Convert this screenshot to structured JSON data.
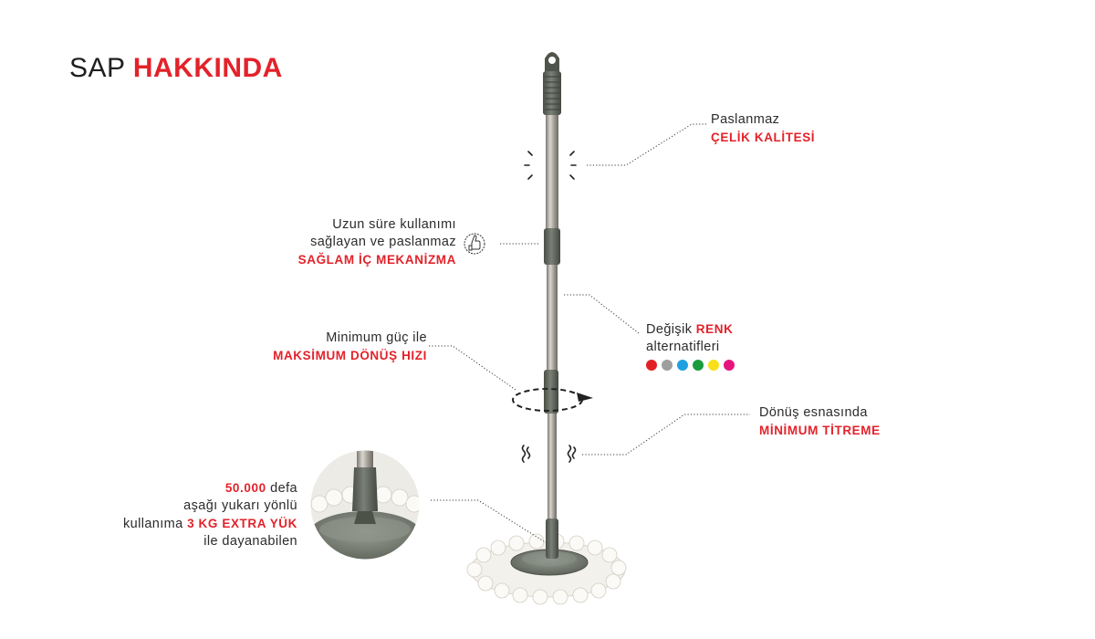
{
  "title": {
    "part1": "SAP",
    "part2": "HAKKINDA"
  },
  "features": {
    "steel": {
      "line1": "Paslanmaz",
      "highlight": "ÇELİK KALİTESİ"
    },
    "mechanism": {
      "line1": "Uzun süre kullanımı",
      "line2": "sağlayan ve paslanmaz",
      "highlight": "SAĞLAM İÇ MEKANİZMA"
    },
    "rotation": {
      "line1": "Minimum güç ile",
      "highlight": "MAKSİMUM DÖNÜŞ HIZI"
    },
    "colors": {
      "line1_prefix": "Değişik",
      "highlight": "RENK",
      "line2": "alternatifleri",
      "swatches": [
        "#e31f26",
        "#9e9e9e",
        "#1ea0e0",
        "#1a9c3e",
        "#f7e01a",
        "#e6157e"
      ]
    },
    "vibration": {
      "line1": "Dönüş esnasında",
      "highlight": "MİNİMUM TİTREME"
    },
    "durability": {
      "count": "50.000",
      "count_suffix": "defa",
      "line2": "aşağı yukarı yönlü",
      "line3_prefix": "kullanıma",
      "highlight": "3 KG EXTRA YÜK",
      "line4": "ile dayanabilen"
    }
  },
  "colors": {
    "accent": "#e3222a",
    "handle": "#5f655b",
    "pole": "#a8a49c",
    "mop_white": "#f3f1eb"
  },
  "icons": [
    "thumbs-up-icon",
    "rotation-arrow-icon",
    "vibration-icon",
    "strength-spark-icon"
  ]
}
